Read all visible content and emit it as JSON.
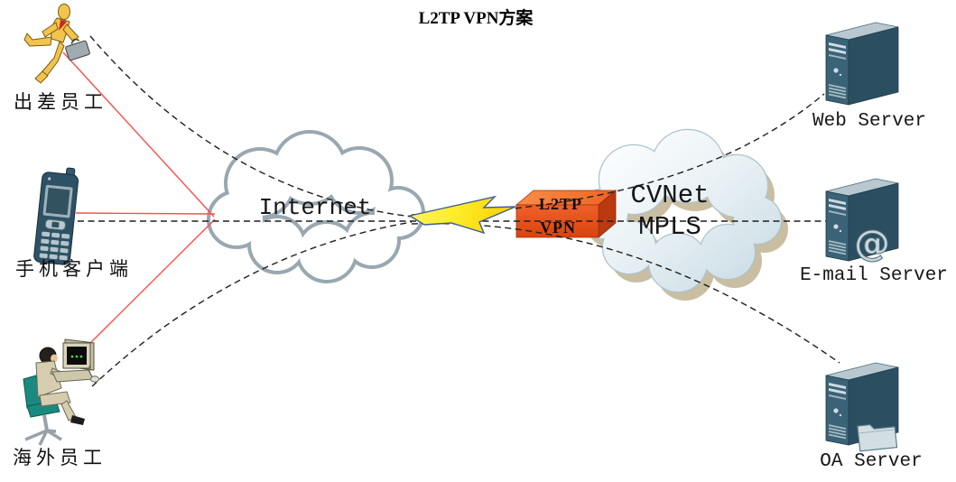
{
  "title": "L2TP VPN方案",
  "clients": {
    "traveler": {
      "label": "出差员工"
    },
    "mobile": {
      "label": "手机客户端"
    },
    "overseas": {
      "label": "海外员工"
    }
  },
  "internet": {
    "label": "Internet"
  },
  "mpls_cloud": {
    "line1": "CVNet",
    "line2": "MPLS"
  },
  "tunnel_device": {
    "line1": "L2TP",
    "line2": "VPN"
  },
  "servers": {
    "web": {
      "label": "Web Server"
    },
    "email": {
      "label": "E-mail Server"
    },
    "oa": {
      "label": "OA Server"
    }
  },
  "colors": {
    "client_link": "#ff4d4d",
    "tunnel_link": "#1f1f1f",
    "internet_cloud_outline": "#99a8b0",
    "mpls_cloud_shadow": "#c4b897",
    "brick_front": "#e65317",
    "bolt_fill": "#ffe92e",
    "server_body": "#2b4f61"
  }
}
